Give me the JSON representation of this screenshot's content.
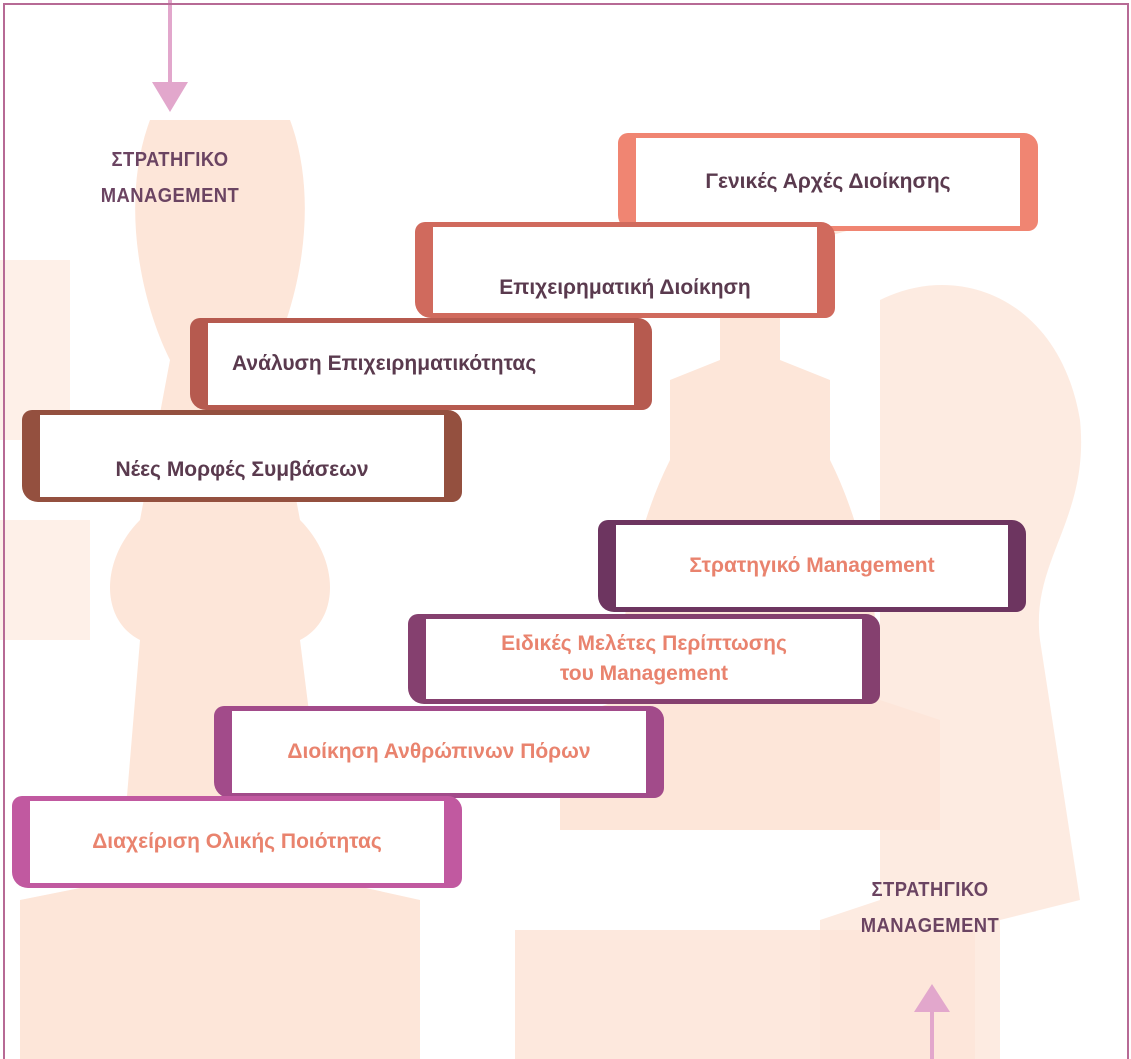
{
  "headings": {
    "top": {
      "line1": "ΣΤΡΑΤΗΓΙΚΟ",
      "line2": "MANAGEMENT"
    },
    "bottom": {
      "line1": "ΣΤΡΑΤΗΓΙΚΟ",
      "line2": "MANAGEMENT"
    }
  },
  "upper_steps": [
    {
      "label": "Γενικές Αρχές Διοίκησης",
      "color": "#f08572"
    },
    {
      "label": "Επιχειρηματική Διοίκηση",
      "color": "#d06a5d"
    },
    {
      "label": "Ανάλυση Επιχειρηματικότητας",
      "color": "#b65a4f"
    },
    {
      "label": "Νέες Μορφές Συμβάσεων",
      "color": "#94503f"
    }
  ],
  "lower_steps": [
    {
      "label": "Στρατηγικό Management",
      "color": "#6d3560"
    },
    {
      "line1": "Ειδικές Μελέτες Περίπτωσης",
      "line2": "του Management",
      "color": "#85406f"
    },
    {
      "label": "Διοίκηση Ανθρώπινων Πόρων",
      "color": "#a24b8a"
    },
    {
      "label": "Διαχείριση Ολικής Ποιότητας",
      "color": "#c159a0"
    }
  ],
  "colors": {
    "frame": "#b76a95",
    "arrow": "#e2a7cc",
    "heading_text": "#6b4462",
    "upper_text": "#5a3a4e",
    "lower_text": "#e9836e",
    "background_art": "#fde5d8"
  }
}
